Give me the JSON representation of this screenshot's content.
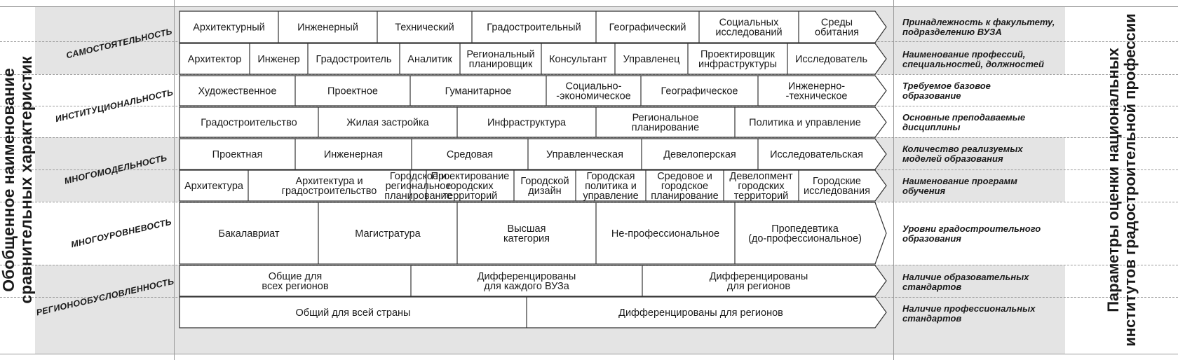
{
  "left_title": "Обобщенное наименование\nсравнительных характеристик",
  "right_title": "Параметры оценки национальных\nинститутов градостроительной профессии",
  "colors": {
    "band": "#e4e4e4",
    "cell_fill": "#ffffff",
    "line": "#333333",
    "grid": "#9a9a9a"
  },
  "characteristics": [
    {
      "label": "САМОСТОЯТЕЛЬНОСТЬ",
      "shaded": true
    },
    {
      "label": "ИНСТИТУЦИОНАЛЬНОСТЬ",
      "shaded": false
    },
    {
      "label": "МНОГОМОДЕЛЬНОСТЬ",
      "shaded": true
    },
    {
      "label": "МНОГОУРОВНЕВОСТЬ",
      "shaded": false
    },
    {
      "label": "РЕГИОНООБУСЛОВЛЕННОСТЬ",
      "shaded": true
    }
  ],
  "rows": [
    {
      "cells": [
        "Архитектурный",
        "Инженерный",
        "Технический",
        "Градостроительный",
        "Географический",
        "Социальных\nисследований",
        "Среды\nобитания"
      ],
      "parameter": "Принадлежность к факультету,\nподразделению ВУЗА"
    },
    {
      "cells": [
        "Архитектор",
        "Инженер",
        "Градостроитель",
        "Аналитик",
        "Региональный\nпланировщик",
        "Консультант",
        "Управленец",
        "Проектировщик\nинфраструктуры",
        "Исследователь"
      ],
      "parameter": "Наименование профессий,\nспециальностей, должностей"
    },
    {
      "cells": [
        "Художественное",
        "Проектное",
        "Гуманитарное",
        "Социально-\n-экономическое",
        "Географическое",
        "Инженерно-\n-техническое"
      ],
      "parameter": "Требуемое базовое\nобразование"
    },
    {
      "cells": [
        "Градостроительство",
        "Жилая застройка",
        "Инфраструктура",
        "Региональное\nпланирование",
        "Политика и управление"
      ],
      "parameter": "Основные преподаваемые\nдисциплины"
    },
    {
      "cells": [
        "Проектная",
        "Инженерная",
        "Средовая",
        "Управленческая",
        "Девелоперская",
        "Исследовательская"
      ],
      "parameter": "Количество реализуемых\nмоделей образования"
    },
    {
      "cells": [
        "Архитектура",
        "Архитектура и\nградостроительство",
        "Городское и\nрегиональное\nпланирование",
        "Проектирование\nгородских\nтерриторий",
        "Городской\nдизайн",
        "Городская\nполитика и\nуправление",
        "Средовое и\nгородское\nпланирование",
        "Девелопмент\nгородских\nтерриторий",
        "Городские\nисследования"
      ],
      "parameter": "Наименование программ\nобучения"
    },
    {
      "cells": [
        "Бакалавриат",
        "Магистратура",
        "Высшая\nкатегория",
        "Не-профессиональное",
        "Пропедевтика\n(до-профессиональное)"
      ],
      "parameter": "Уровни градостроительного\nобразования"
    },
    {
      "cells": [
        "Общие для\nвсех регионов",
        "Дифференцированы\nдля каждого ВУЗа",
        "Дифференцированы\nдля регионов"
      ],
      "parameter": "Наличие образовательных\nстандартов"
    },
    {
      "cells": [
        "Общий для всей страны",
        "Дифференцированы для регионов"
      ],
      "parameter": "Наличие профессиональных\nстандартов"
    }
  ]
}
